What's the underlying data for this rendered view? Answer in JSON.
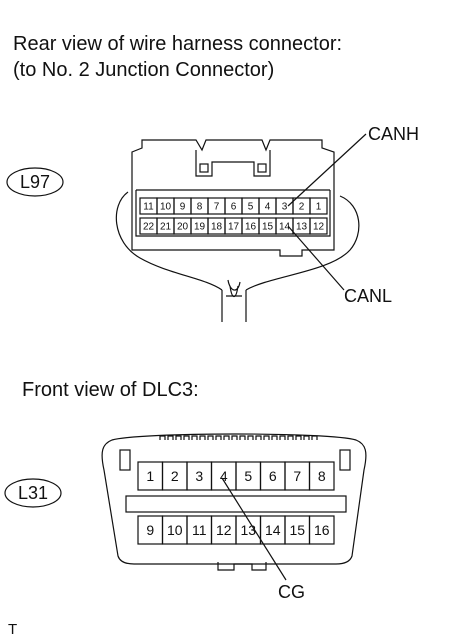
{
  "headings": {
    "connector_title_line1": "Rear view of wire harness connector:",
    "connector_title_line2": "(to No. 2 Junction Connector)",
    "dlc3_title": "Front view of DLC3:"
  },
  "l97": {
    "tag": "L97",
    "top_row": [
      "11",
      "10",
      "9",
      "8",
      "7",
      "6",
      "5",
      "4",
      "3",
      "2",
      "1"
    ],
    "bottom_row": [
      "22",
      "21",
      "20",
      "19",
      "18",
      "17",
      "16",
      "15",
      "14",
      "13",
      "12"
    ],
    "canh_label": "CANH",
    "canl_label": "CANL"
  },
  "l31": {
    "tag": "L31",
    "top_row": [
      "1",
      "2",
      "3",
      "4",
      "5",
      "6",
      "7",
      "8"
    ],
    "bottom_row": [
      "9",
      "10",
      "11",
      "12",
      "13",
      "14",
      "15",
      "16"
    ],
    "cg_label": "CG"
  },
  "footer": {
    "mark": "T"
  }
}
